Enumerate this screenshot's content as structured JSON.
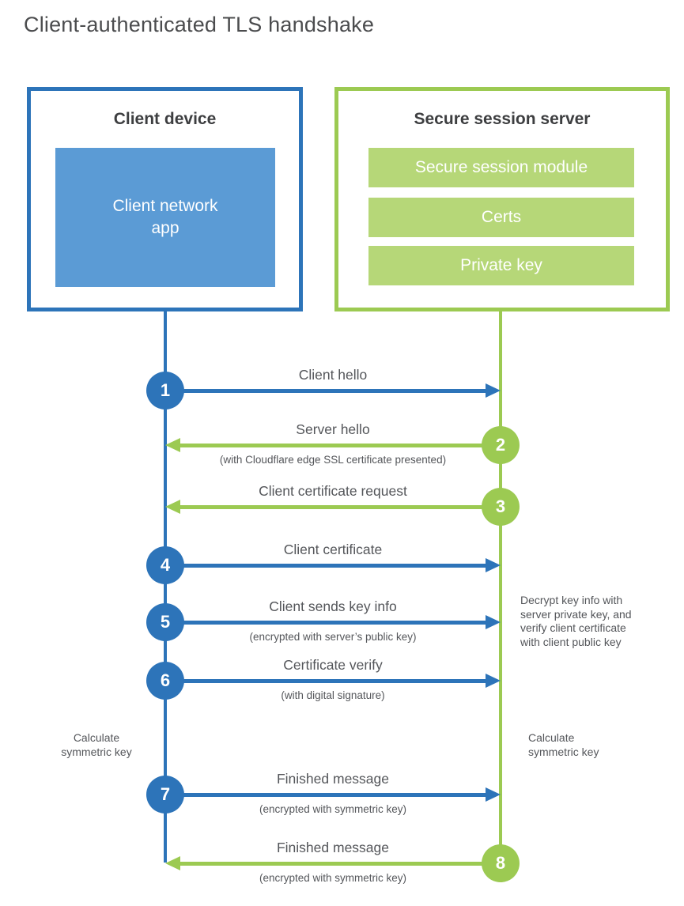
{
  "title": "Client-authenticated TLS handshake",
  "colors": {
    "client_blue": "#2d74b9",
    "client_fill_blue": "#5b9bd5",
    "server_green": "#9cca52",
    "server_fill_green": "#b6d778",
    "text_dark": "#3d3e40",
    "text_gray": "#54565a"
  },
  "client_box": {
    "heading": "Client device",
    "inner_label": "Client network app"
  },
  "server_box": {
    "heading": "Secure session server",
    "modules": [
      "Secure session module",
      "Certs",
      "Private key"
    ]
  },
  "steps": [
    {
      "number": "1",
      "from": "client",
      "to": "server",
      "label": "Client hello",
      "sublabel": ""
    },
    {
      "number": "2",
      "from": "server",
      "to": "client",
      "label": "Server hello",
      "sublabel": "(with Cloudflare edge SSL certificate presented)"
    },
    {
      "number": "3",
      "from": "server",
      "to": "client",
      "label": "Client certificate request",
      "sublabel": ""
    },
    {
      "number": "4",
      "from": "client",
      "to": "server",
      "label": "Client certificate",
      "sublabel": ""
    },
    {
      "number": "5",
      "from": "client",
      "to": "server",
      "label": "Client sends key info",
      "sublabel": "(encrypted with server’s public key)"
    },
    {
      "number": "6",
      "from": "client",
      "to": "server",
      "label": "Certificate verify",
      "sublabel": "(with digital signature)"
    },
    {
      "number": "7",
      "from": "client",
      "to": "server",
      "label": "Finished message",
      "sublabel": "(encrypted with symmetric key)"
    },
    {
      "number": "8",
      "from": "server",
      "to": "client",
      "label": "Finished message",
      "sublabel": "(encrypted with symmetric key)"
    }
  ],
  "annotations": {
    "decrypt_note": "Decrypt key info with\nserver private key, and\nverify client certificate\nwith client public key",
    "calc_left": "Calculate\nsymmetric key",
    "calc_right": "Calculate\nsymmetric key"
  }
}
